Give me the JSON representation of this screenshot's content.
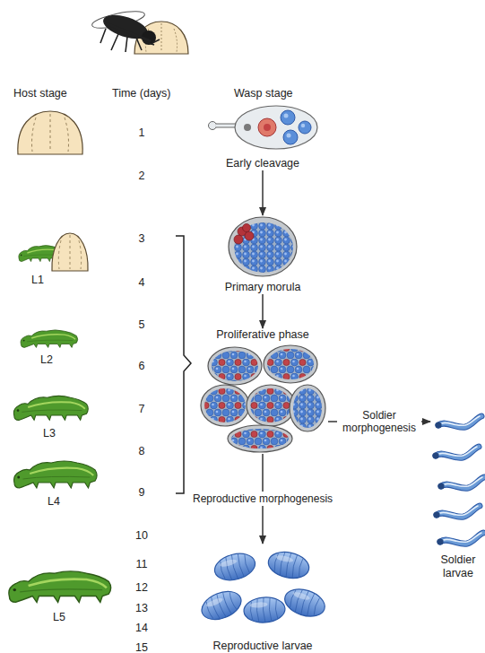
{
  "diagram": {
    "nodes": [
      {
        "text": [
          "Early cleavage"
        ]
      },
      {
        "text": [
          "Primary morula"
        ]
      },
      {
        "text": [
          "Proliferative phase"
        ]
      },
      {
        "text": [
          "Soldier larvae"
        ]
      },
      {
        "text": [
          "Reproductive larvae"
        ]
      }
    ],
    "edges": [
      {
        "from": 0,
        "to": 1,
        "arrow": "to"
      },
      {
        "from": 1,
        "to": 2,
        "arrow": "to"
      },
      {
        "from": 2,
        "to": 3,
        "label": "Soldier morphogenesis",
        "arrow": "to"
      },
      {
        "from": 2,
        "to": 4,
        "label": "Reproductive morphogenesis",
        "arrow": "to"
      }
    ],
    "labels": [
      "Host stage",
      "Time (days)",
      "Wasp stage",
      "1",
      "2",
      "3",
      "4",
      "5",
      "6",
      "7",
      "8",
      "9",
      "10",
      "11",
      "12",
      "13",
      "14",
      "15",
      "L1",
      "L2",
      "L3",
      "L4",
      "L5"
    ]
  }
}
